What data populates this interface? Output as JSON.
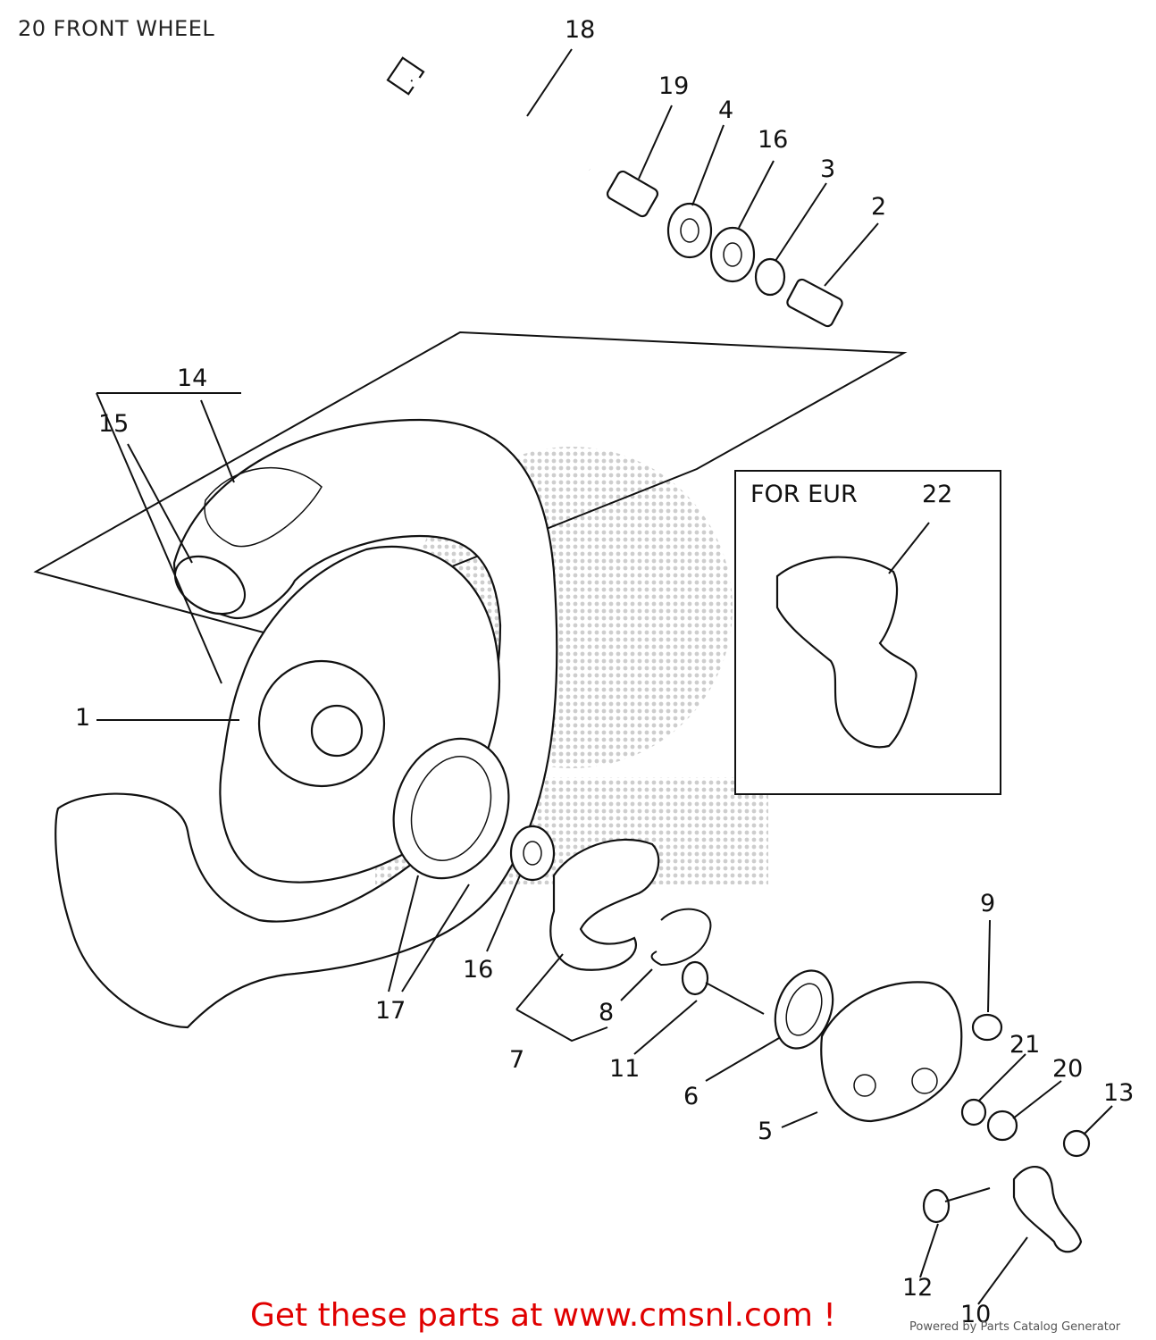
{
  "title": "20 FRONT WHEEL",
  "region": {
    "label": "FOR EUR"
  },
  "callouts": {
    "c1": "1",
    "c2": "2",
    "c3": "3",
    "c4": "4",
    "c5": "5",
    "c6": "6",
    "c7": "7",
    "c8": "8",
    "c9": "9",
    "c10": "10",
    "c11": "11",
    "c12": "12",
    "c13": "13",
    "c14": "14",
    "c15": "15",
    "c16a": "16",
    "c16b": "16",
    "c17": "17",
    "c18": "18",
    "c19": "19",
    "c20": "20",
    "c21": "21",
    "c22": "22"
  },
  "footer": {
    "promo": "Get these parts at www.cmsnl.com !",
    "credit": "Powered by Parts Catalog Generator"
  },
  "colors": {
    "promo": "#e00000",
    "line": "#111111",
    "watermark": "#c8c8c8"
  }
}
